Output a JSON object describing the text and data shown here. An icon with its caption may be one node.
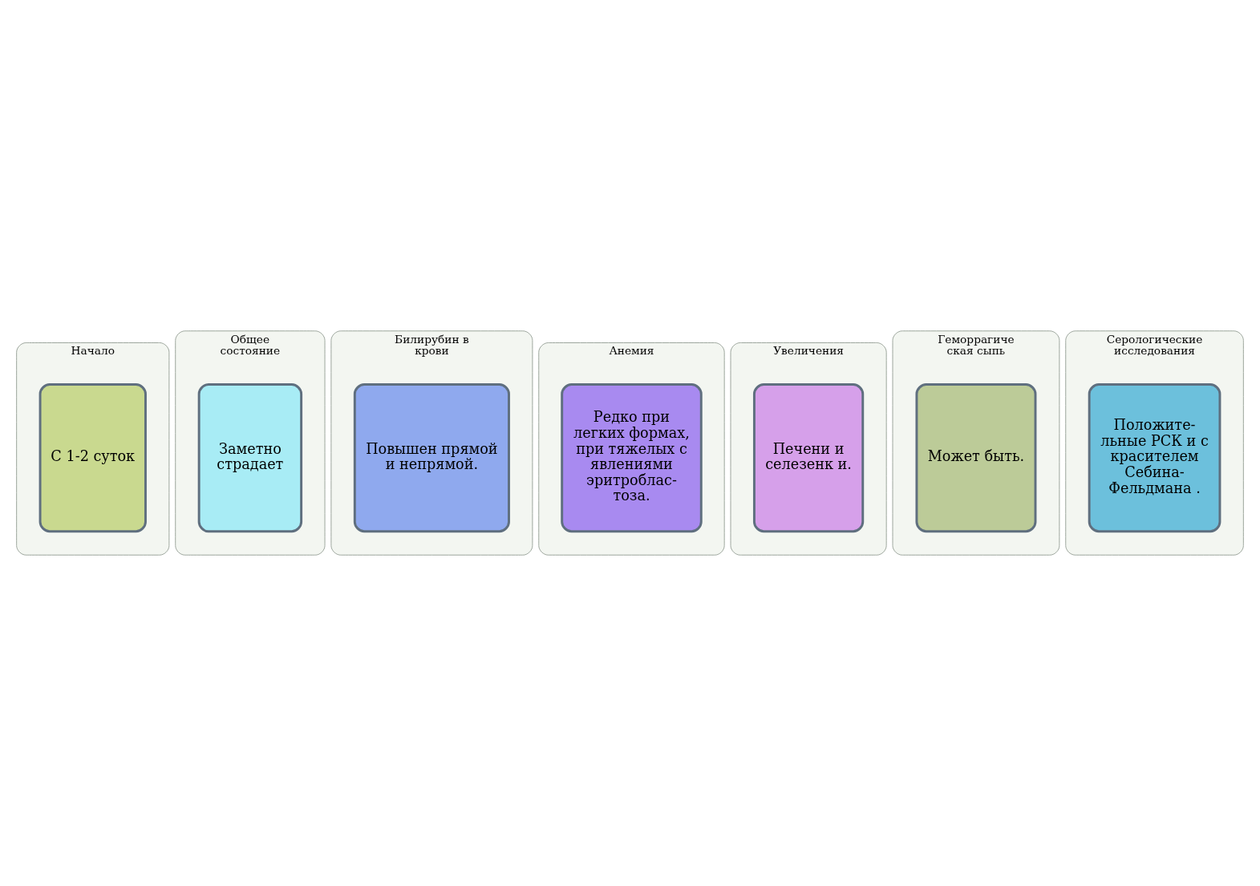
{
  "diagram": {
    "nodes": [
      {
        "text": [
          "Начало"
        ]
      },
      {
        "text": [
          "С 1-2 суток"
        ],
        "in": 0
      },
      {
        "text": [
          "Общее состояние"
        ]
      },
      {
        "text": [
          "Заметно страдает"
        ],
        "in": 2
      },
      {
        "text": [
          "Билирубин в крови"
        ]
      },
      {
        "text": [
          "Повышен прямой и непрямой."
        ],
        "in": 4
      },
      {
        "text": [
          "Анемия"
        ]
      },
      {
        "text": [
          "Редко при легких формах, при тяжелых с явлениями эритроблас- тоза."
        ],
        "in": 6
      },
      {
        "text": [
          "Увеличения"
        ]
      },
      {
        "text": [
          "Печени и селезенк и."
        ],
        "in": 8
      },
      {
        "text": [
          "Геморрагиче ская сыпь"
        ]
      },
      {
        "text": [
          "Может быть."
        ],
        "in": 10
      },
      {
        "text": [
          "Серологические исследования"
        ]
      },
      {
        "text": [
          "Положите- льные РСК и с красителем Себина- Фельдмана ."
        ],
        "in": 12
      }
    ],
    "edges": []
  }
}
